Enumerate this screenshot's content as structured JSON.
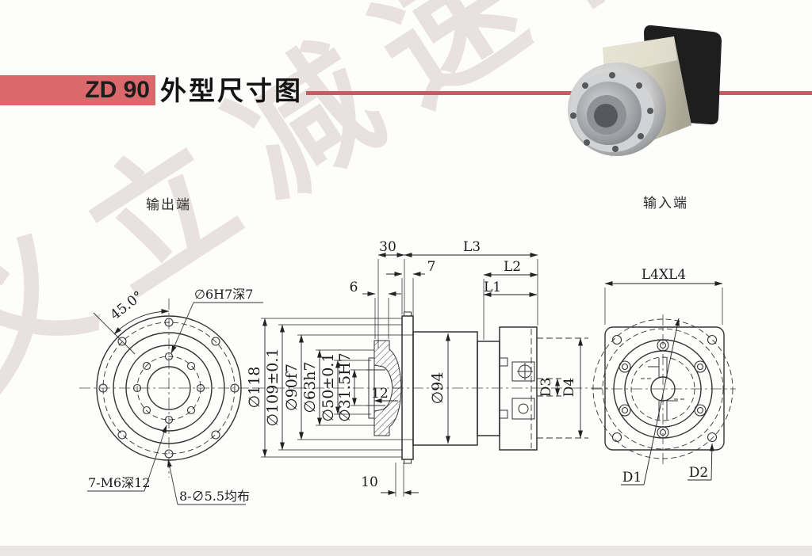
{
  "header": {
    "model": "ZD 90",
    "title": "外型尺寸图"
  },
  "colors": {
    "accent_block": "#db686a",
    "accent_line": "#c75d63",
    "drawing_line": "#333333",
    "watermark": "#c4b4af"
  },
  "end_labels": {
    "output": "输出端",
    "input": "输入端"
  },
  "output_view": {
    "angle": "45.0°",
    "pin_hole": "∅6H7深7",
    "tapped_holes": "7-M6深12",
    "bolt_holes": "8-∅5.5均布"
  },
  "section_view": {
    "top_dims": {
      "d30": "30",
      "L3": "L3",
      "d7": "7",
      "L2": "L2",
      "L1": "L1",
      "d6": "6"
    },
    "bottom_dims": {
      "d10": "10"
    },
    "inner_dims": {
      "d12": "12"
    },
    "diameters": {
      "dia118": "∅118",
      "dia109": "∅109±0.1",
      "dia90": "∅90f7",
      "dia63": "∅63h7",
      "dia50": "∅50±0.1",
      "dia315": "∅31.5H7",
      "dia94": "∅94"
    },
    "shaft_dims": {
      "D3": "D3",
      "D4": "D4"
    }
  },
  "input_view": {
    "frame": "L4XL4",
    "D1": "D1",
    "D2": "D2"
  },
  "watermark_text": "义立减速机"
}
